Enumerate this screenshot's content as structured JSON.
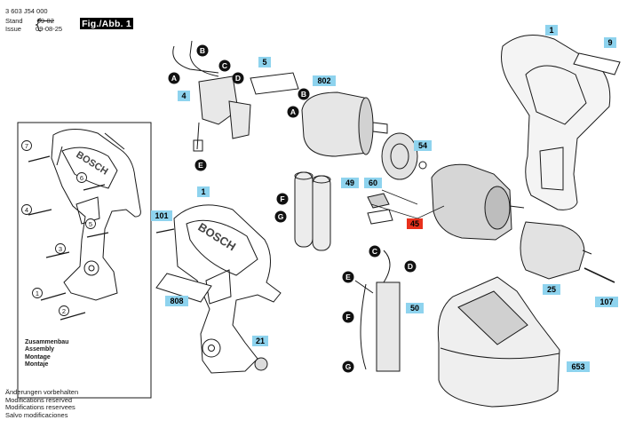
{
  "header": {
    "doc_number": "3 603 J54 000",
    "stand_label": "Stand",
    "stand_value_old": "09-02",
    "issue_label": "Issue",
    "issue_value": "09-08-25",
    "figure_label": "Fig./Abb. 1"
  },
  "assembly_box": {
    "lines": [
      "Zusammenbau",
      "Assembly",
      "Montage",
      "Montaje"
    ],
    "step_numbers": [
      "7",
      "6",
      "4",
      "5",
      "3",
      "1",
      "2"
    ]
  },
  "footer_notes": [
    "Änderungen vorbehalten",
    "Modifications reserved",
    "Modifications reservees",
    "Salvo modificaciones"
  ],
  "brand_text": "BOSCH",
  "part_tags": {
    "t1a": "1",
    "t9": "9",
    "t5": "5",
    "t802": "802",
    "t4": "4",
    "t1b": "1",
    "t101": "101",
    "t808": "808",
    "t21": "21",
    "t49": "49",
    "t60": "60",
    "t54": "54",
    "t45": "45",
    "t50": "50",
    "t25": "25",
    "t107": "107",
    "t653": "653"
  },
  "connector_labels": {
    "b1": "B",
    "c1": "C",
    "d1": "D",
    "a1": "A",
    "e1": "E",
    "b2": "B",
    "a2": "A",
    "f1": "F",
    "g1": "G",
    "c2": "C",
    "d2": "D",
    "e2": "E",
    "f2": "F",
    "g2": "G"
  },
  "colors": {
    "tag_fill": "#8ed3ee",
    "tag_highlight": "#e8301c",
    "badge_fill": "#000000",
    "badge_text": "#ffffff",
    "outline": "#1a1a1a",
    "shade": "#bdbdbd"
  }
}
